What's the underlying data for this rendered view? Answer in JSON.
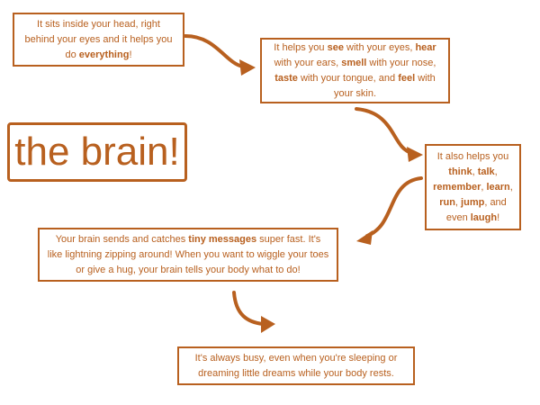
{
  "title": "the brain!",
  "colors": {
    "accent": "#b8601f",
    "background": "#ffffff"
  },
  "boxes": {
    "b1": {
      "t1": "It sits inside your head, right behind your eyes and it helps you do ",
      "bold1": "everything",
      "t2": "!"
    },
    "b2": {
      "t1": "It helps you ",
      "see": "see",
      "t2": " with your eyes, ",
      "hear": "hear",
      "t3": " with your ears, ",
      "smell": "smell",
      "t4": " with your nose, ",
      "taste": "taste",
      "t5": " with your tongue, and ",
      "feel": "feel",
      "t6": " with your skin."
    },
    "b3": {
      "t1": "It also helps you ",
      "think": "think",
      "t2": ", ",
      "talk": "talk",
      "t3": ", ",
      "remember": "remember",
      "t4": ", ",
      "learn": "learn",
      "t5": ", ",
      "run": "run",
      "t6": ", ",
      "jump": "jump",
      "t7": ", and even ",
      "laugh": "laugh",
      "t8": "!"
    },
    "b4": {
      "t1": "Your brain sends and catches ",
      "bold1": "tiny messages",
      "t2": " super fast. It's like lightning zipping around! When you want to wiggle your toes or give a hug, your brain tells your body what to do!"
    },
    "b5": {
      "t1": "It's always busy, even when you're sleeping  or dreaming little dreams while your body rests."
    }
  }
}
